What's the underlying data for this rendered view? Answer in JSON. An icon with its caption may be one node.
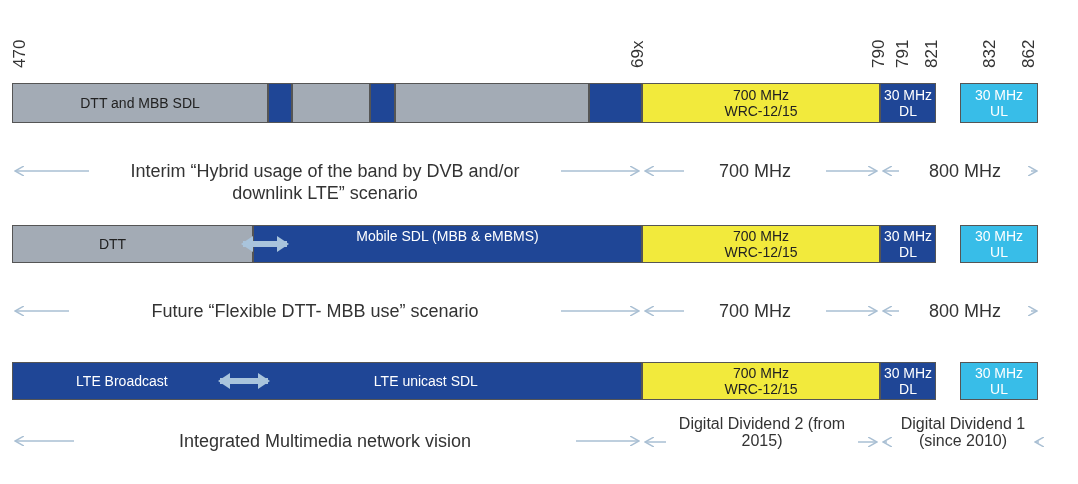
{
  "diagram": {
    "nodes": [
      {
        "text": [
          "DTT and MBB SDL"
        ]
      },
      {
        "text": [],
        "shape": "bar"
      },
      {
        "text": [],
        "shape": "bar"
      },
      {
        "text": [],
        "shape": "bar"
      },
      {
        "text": [],
        "shape": "bar"
      },
      {
        "text": [],
        "shape": "bar"
      },
      {
        "text": [
          "700 MHz WRC-12/15"
        ]
      },
      {
        "text": [
          "30 MHz DL"
        ]
      },
      {
        "text": [
          "30 MHz UL"
        ]
      },
      {
        "text": [
          "DTT"
        ]
      },
      {
        "text": [
          "Mobile SDL (MBB & eMBMS)"
        ]
      },
      {
        "text": [
          "700 MHz WRC-12/15"
        ]
      },
      {
        "text": [
          "30 MHz DL"
        ]
      },
      {
        "text": [
          "30 MHz UL"
        ]
      },
      {
        "text": [
          "LTE Broadcast",
          "LTE unicast SDL"
        ]
      },
      {
        "text": [
          "700 MHz WRC-12/15"
        ]
      },
      {
        "text": [
          "30 MHz DL"
        ]
      },
      {
        "text": [
          "30 MHz UL"
        ]
      }
    ],
    "edges": [
      {
        "from": 9,
        "to": 10,
        "arrow": "both"
      }
    ],
    "labels": [
      "470",
      "69x",
      "790",
      "791",
      "821",
      "832",
      "862",
      "Interim “Hybrid usage of the band by DVB and/or downlink LTE” scenario",
      "700 MHz",
      "800 MHz",
      "Future “Flexible DTT- MBB use” scenario",
      "700 MHz",
      "800 MHz",
      "Integrated Multimedia network vision",
      "Digital Dividend 2 (from 2015)",
      "Digital Dividend 1 (since 2010)"
    ]
  }
}
